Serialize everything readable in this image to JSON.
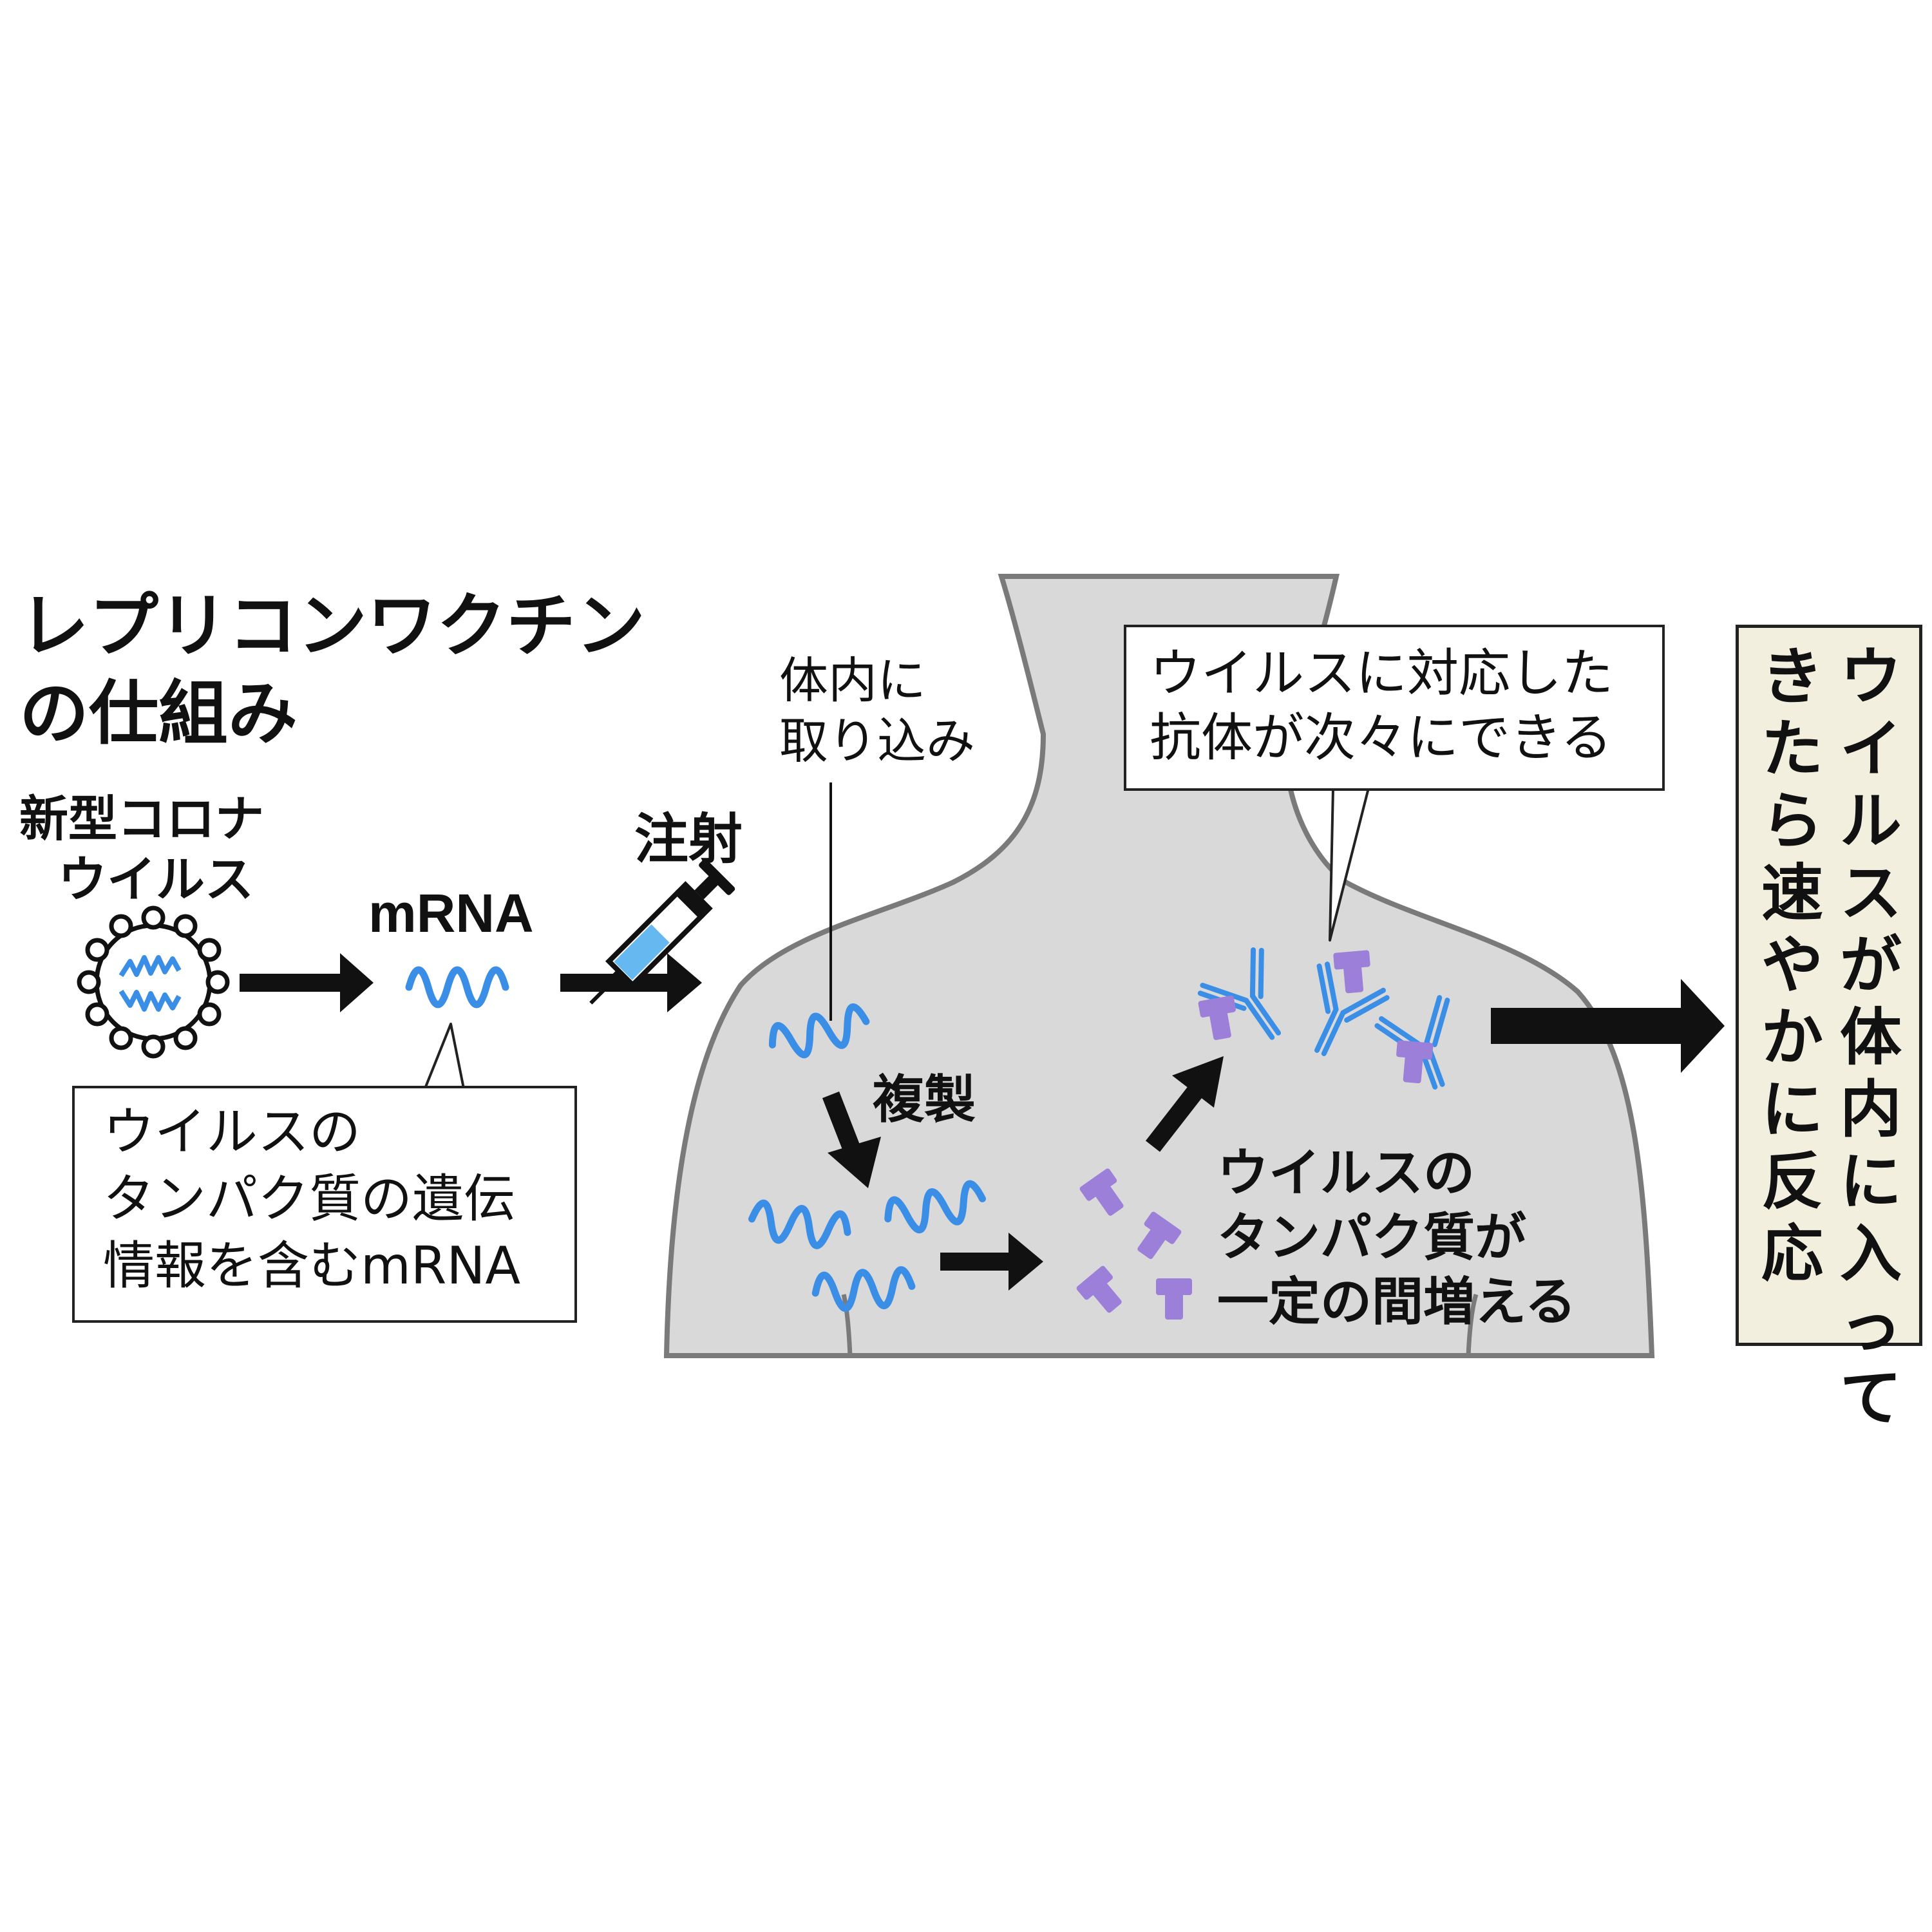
{
  "title": {
    "line1": "レプリコンワクチン",
    "line2": "の仕組み"
  },
  "virus": {
    "label_line1": "新型コロナ",
    "label_line2": "ウイルス"
  },
  "mrna_label": "mRNA",
  "mrna_callout": {
    "line1": "ウイルスの",
    "line2": "タンパク質の遺伝",
    "line3": "情報を含むmRNA"
  },
  "injection_label": "注射",
  "uptake_label": {
    "line1": "体内に",
    "line2": "取り込み"
  },
  "replicate_label": "複製",
  "protein_label": {
    "line1": "ウイルスの",
    "line2": "タンパク質が",
    "line3": "一定の間増える"
  },
  "antibody_callout": {
    "line1": "ウイルスに対応した",
    "line2": "抗体が次々にできる"
  },
  "result": {
    "col1": "ウイルスが体内に入って",
    "col2": "きたら速やかに反応"
  },
  "colors": {
    "body_fill": "#d9d9d9",
    "body_outline": "#7a7a7a",
    "mrna_blue": "#3a8ee6",
    "protein_purple": "#9b7fd9",
    "arrow": "#111111",
    "result_bg": "#f2efdf"
  }
}
